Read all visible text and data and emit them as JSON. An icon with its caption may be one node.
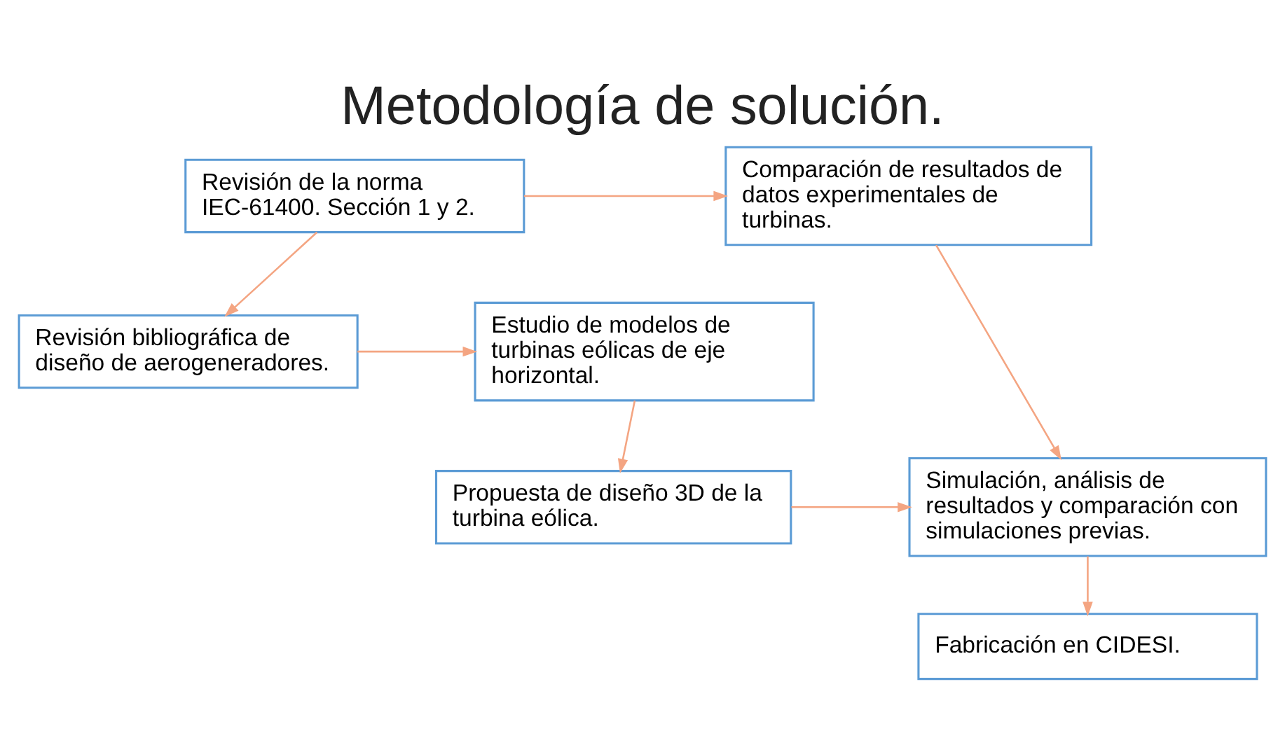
{
  "diagram": {
    "title": "Metodología de solución.",
    "nodes": [
      {
        "text": [
          "Revisión de la norma IEC-61400. Sección 1 y 2."
        ]
      },
      {
        "text": [
          "Comparación de resultados de datos experimentales de turbinas."
        ]
      },
      {
        "text": [
          "Revisión bibliográfica de diseño de aerogeneradores."
        ]
      },
      {
        "text": [
          "Estudio de modelos de turbinas eólicas de eje horizontal."
        ]
      },
      {
        "text": [
          "Propuesta de diseño 3D de la turbina eólica."
        ]
      },
      {
        "text": [
          "Simulación, análisis de resultados y comparación con simulaciones previas."
        ]
      },
      {
        "text": [
          "Fabricación en CIDESI."
        ]
      }
    ],
    "edges": [
      {
        "from": 0,
        "to": 1,
        "arrow": "to"
      },
      {
        "from": 0,
        "to": 2,
        "arrow": "to"
      },
      {
        "from": 2,
        "to": 3,
        "arrow": "to"
      },
      {
        "from": 3,
        "to": 4,
        "arrow": "to"
      },
      {
        "from": 1,
        "to": 5,
        "arrow": "to"
      },
      {
        "from": 4,
        "to": 5,
        "arrow": "to"
      },
      {
        "from": 5,
        "to": 6,
        "arrow": "to"
      }
    ]
  }
}
